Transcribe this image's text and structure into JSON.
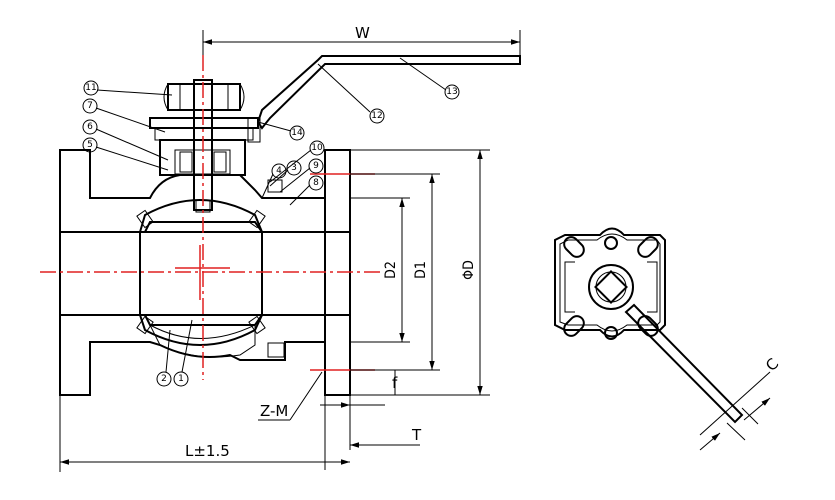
{
  "dimensions": {
    "W": "W",
    "D2": "D2",
    "D1": "D1",
    "phiD": "ΦD",
    "f": "f",
    "ZM": "Z-M",
    "L": "L±1.5",
    "T": "T",
    "C": "C"
  },
  "balloons": [
    "1",
    "2",
    "3",
    "4",
    "5",
    "6",
    "7",
    "8",
    "9",
    "10",
    "11",
    "12",
    "13",
    "14"
  ],
  "colors": {
    "line": "#000000",
    "centerline": "#e02020",
    "background": "#ffffff"
  }
}
